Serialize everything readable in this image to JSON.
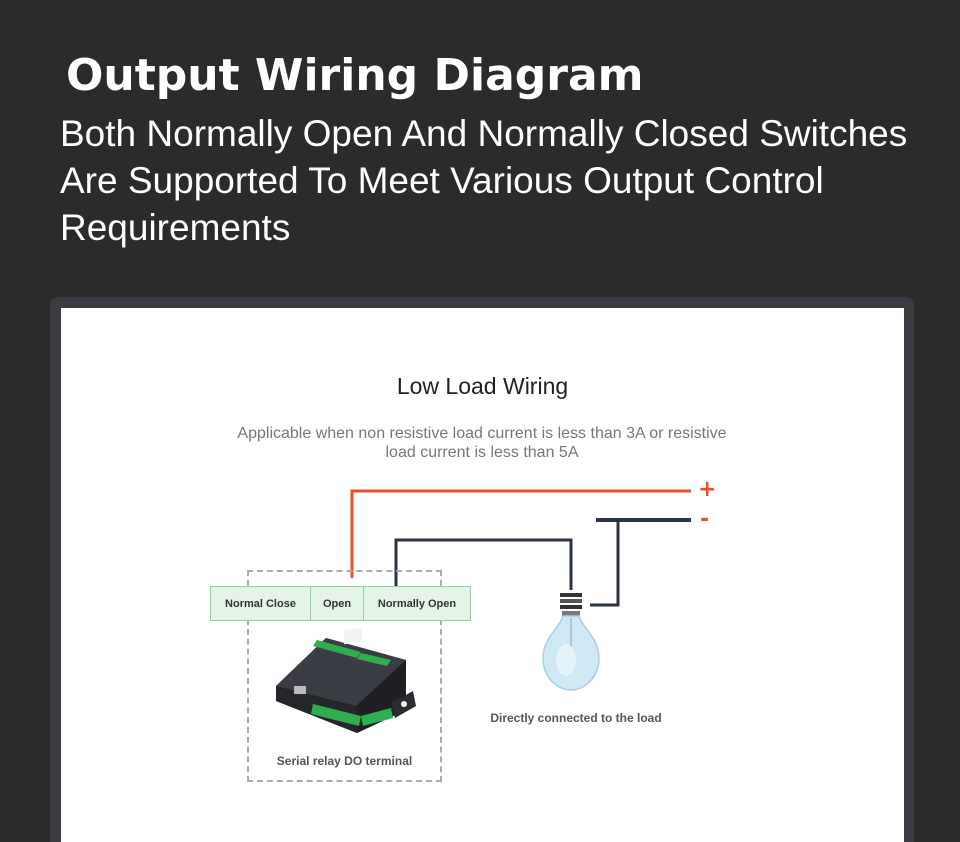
{
  "header": {
    "title": "Output Wiring Diagram",
    "subtitle": "Both Normally Open And Normally Closed Switches Are Supported To Meet Various Output Control Requirements"
  },
  "diagram": {
    "title": "Low Load Wiring",
    "description": "Applicable when non resistive load current is less than 3A or resistive load current is less than 5A",
    "terminals": {
      "normal_close": "Normal Close",
      "open": "Open",
      "normally_open": "Normally Open"
    },
    "polarity": {
      "plus": "+",
      "minus": "-"
    },
    "device_label": "Serial relay DO terminal",
    "load_label": "Directly connected to the load",
    "colors": {
      "positive_wire": "#e8512a",
      "negative_wire": "#2b3346",
      "terminal_fill": "#e3f4e7",
      "terminal_border": "#8fd3a2"
    },
    "icons": [
      "relay-device-icon",
      "light-bulb-icon"
    ]
  }
}
